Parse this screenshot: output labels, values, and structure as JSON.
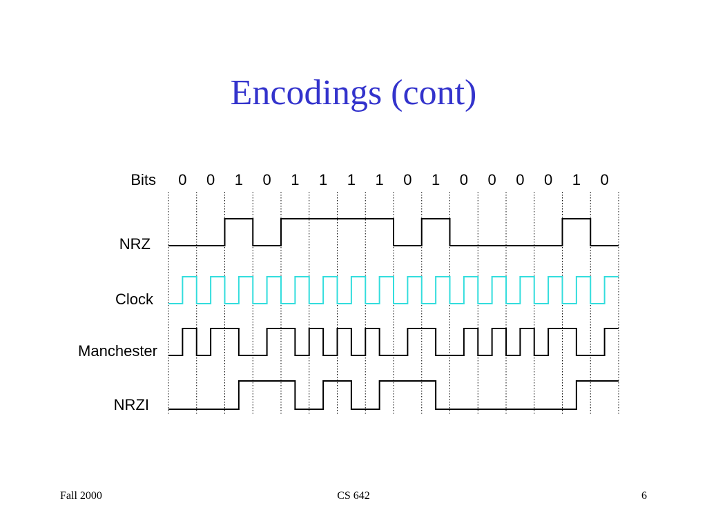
{
  "slide": {
    "title": "Encodings (cont)"
  },
  "diagram": {
    "row_labels": {
      "bits": "Bits",
      "nrz": "NRZ",
      "clock": "Clock",
      "manchester": "Manchester",
      "nrzi": "NRZI"
    },
    "bits": [
      0,
      0,
      1,
      0,
      1,
      1,
      1,
      1,
      0,
      1,
      0,
      0,
      0,
      0,
      1,
      0
    ],
    "colors": {
      "signal": "#000000",
      "clock": "#33dddd",
      "guide": "#000000"
    }
  },
  "footer": {
    "left": "Fall 2000",
    "center": "CS 642",
    "right": "6"
  }
}
